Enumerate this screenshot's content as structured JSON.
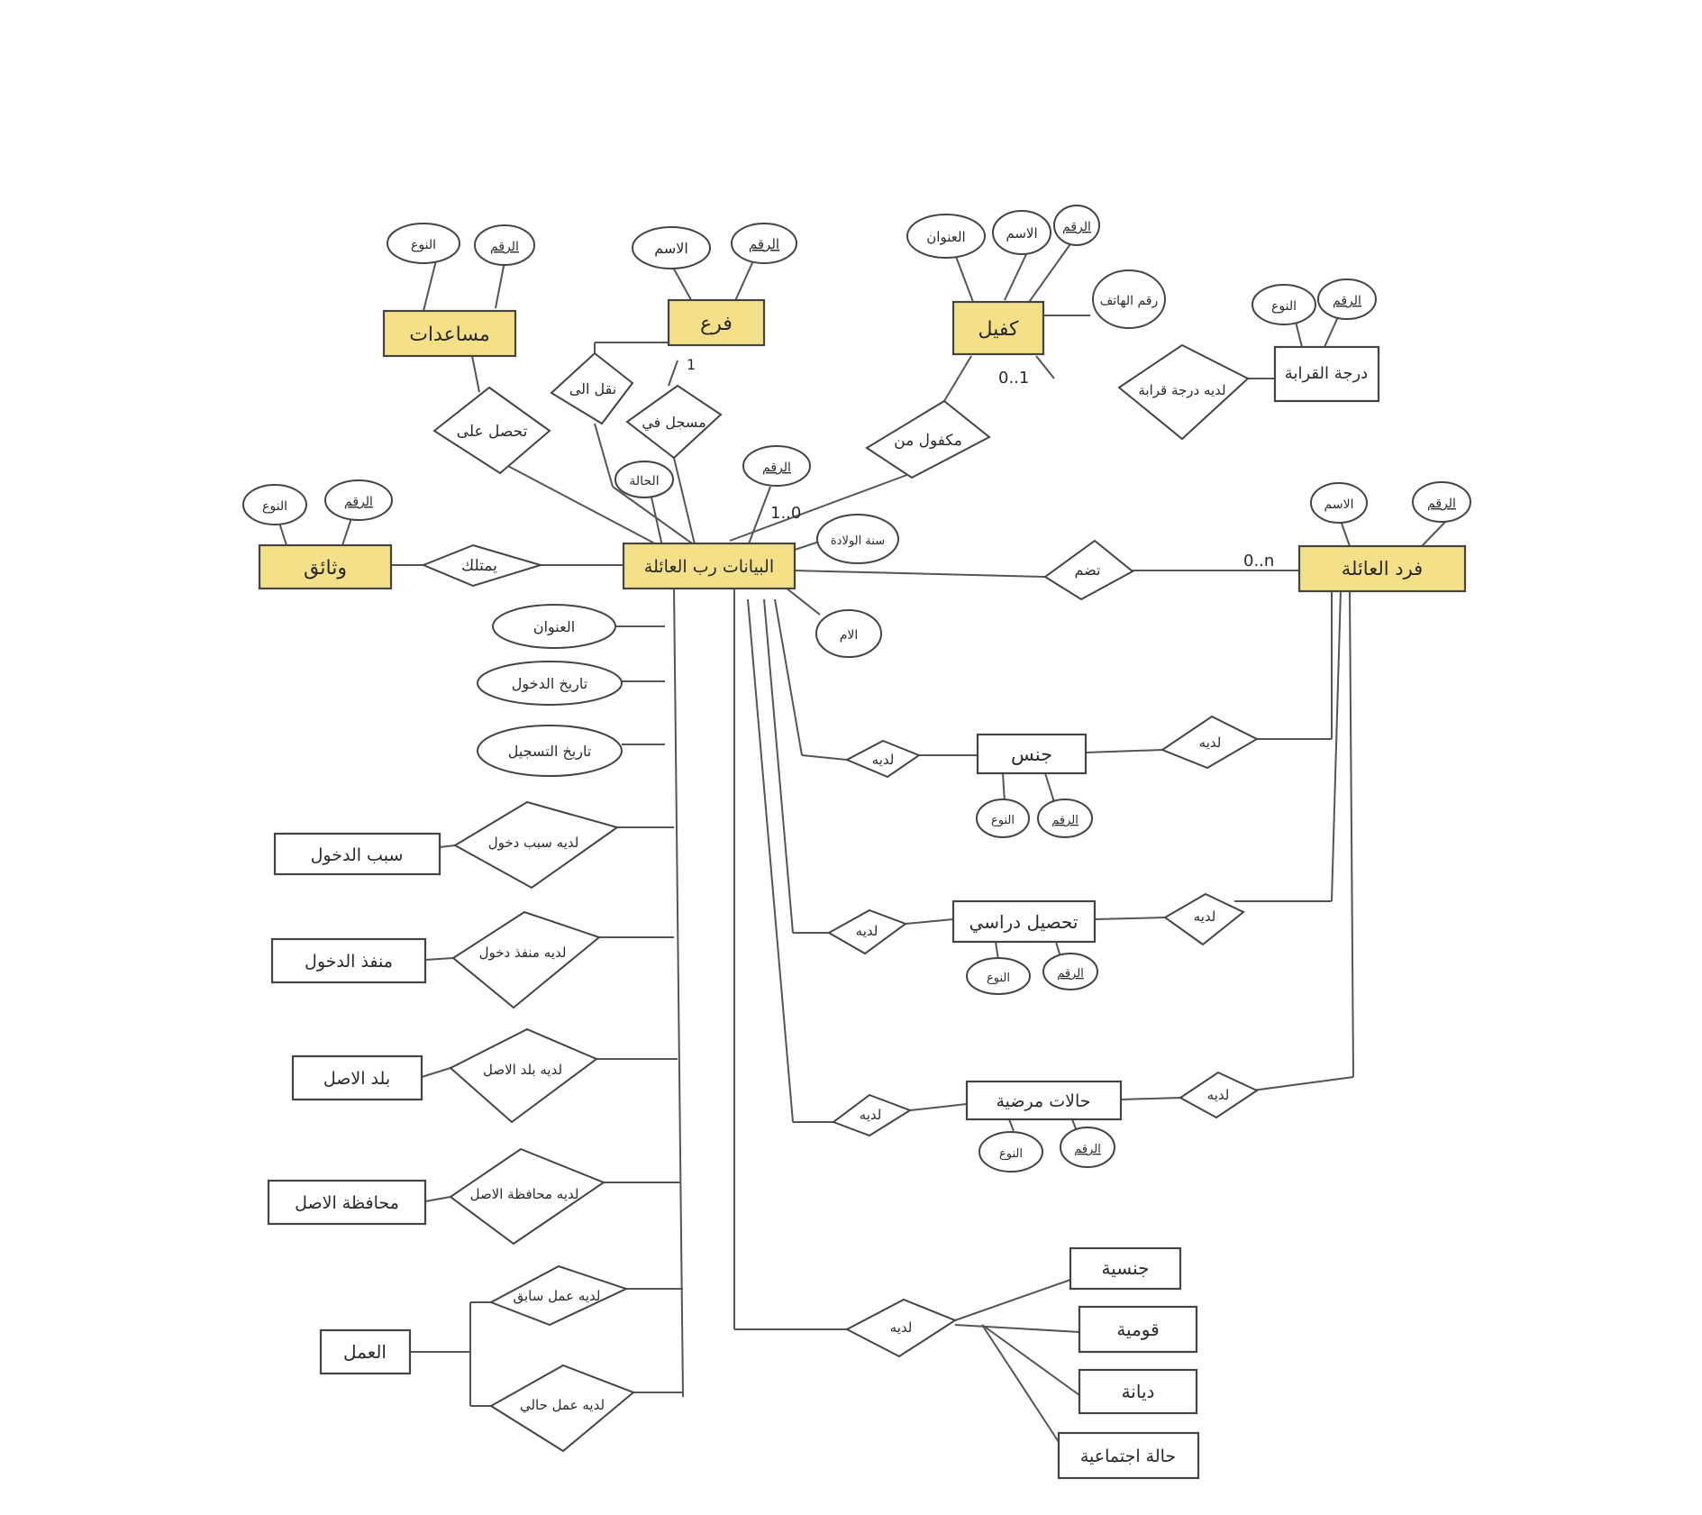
{
  "colors": {
    "highlight": "#f5e08a",
    "plain": "#ffffff",
    "ink": "#444444"
  },
  "entities": {
    "grants": "مساعدات",
    "branch": "فرع",
    "sponsor": "كفيل",
    "kinship": "درجة القرابة",
    "documents": "وثائق",
    "head": "البيانات رب العائلة",
    "member": "فرد العائلة",
    "gender": "جنس",
    "education": "تحصيل دراسي",
    "health": "حالات مرضية",
    "entry_reason": "سبب الدخول",
    "entry_port": "منفذ الدخول",
    "origin_country": "بلد الاصل",
    "origin_province": "محافظة الاصل",
    "work": "العمل",
    "nationality": "جنسية",
    "ethnicity": "قومية",
    "religion": "ديانة",
    "social_status": "حالة اجتماعية"
  },
  "relationships": {
    "receives": "تحصل على",
    "transferred": "نقل الى",
    "registered_in": "مسجل في",
    "sponsored_by": "مكفول من",
    "has_kinship": "لديه درجة قرابة",
    "holds": "يمتلك",
    "includes": "تضم",
    "head_gender": "لديه",
    "member_gender": "لديه",
    "head_education": "لديه",
    "member_education": "لديه",
    "head_health": "لديه",
    "member_health": "لديه",
    "entry_reason": "لديه سبب دخول",
    "entry_port": "لديه منفذ دخول",
    "origin_country": "لديه بلد الاصل",
    "origin_province": "لديه محافظة الاصل",
    "prev_work": "لديه عمل سابق",
    "current_work": "لديه عمل حالي",
    "has_demographics": "لديه"
  },
  "attributes": {
    "grants_type": "النوع",
    "grants_id": "الرقم",
    "branch_name": "الاسم",
    "branch_id": "الرقم",
    "sponsor_address": "العنوان",
    "sponsor_name": "الاسم",
    "sponsor_id": "الرقم",
    "sponsor_phone": "رقم الهاتف",
    "kinship_type": "النوع",
    "kinship_id": "الرقم",
    "docs_type": "النوع",
    "docs_id": "الرقم",
    "head_status": "الحالة",
    "head_id": "الرقم",
    "head_birth_year": "سنة الولادة",
    "head_mother": "الام",
    "member_name": "الاسم",
    "member_id": "الرقم",
    "head_address": "العنوان",
    "entry_date": "تاريخ الدخول",
    "reg_date": "تاريخ التسجيل",
    "gender_type": "النوع",
    "gender_id": "الرقم",
    "edu_type": "النوع",
    "edu_id": "الرقم",
    "health_type": "النوع",
    "health_id": "الرقم"
  },
  "cardinalities": {
    "branch_one": "1",
    "sponsor_many": "0..1",
    "head_sponsor": "1..0",
    "member_many": "0..n"
  }
}
